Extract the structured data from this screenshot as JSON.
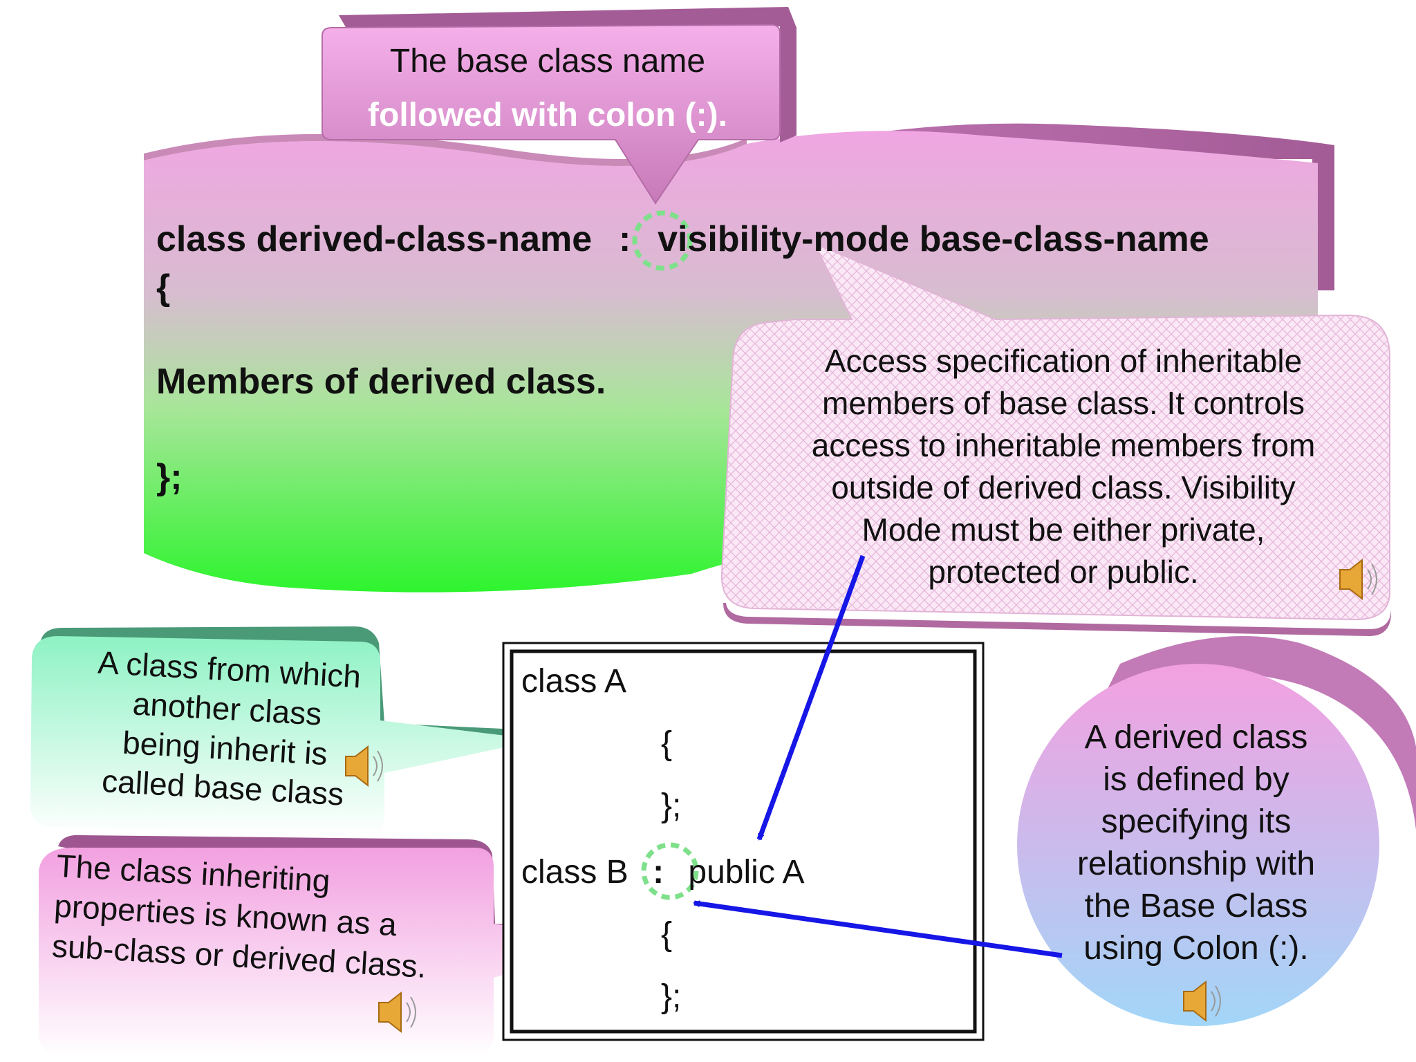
{
  "top_callout": {
    "line1": "The base class name",
    "line2": "followed with colon (:)."
  },
  "syntax": {
    "line1_part1": "class derived-class-name",
    "line1_colon": ":",
    "line1_part2": "visibility-mode base-class-name",
    "open_brace": "{",
    "members": "Members of derived class.",
    "close_brace": "};"
  },
  "access_callout": {
    "lines": [
      "Access specification of inheritable",
      "members of base class. It controls",
      "access to inheritable members from",
      "outside of derived class. Visibility",
      "Mode must be either private,",
      "protected or public."
    ]
  },
  "base_callout": {
    "lines": [
      "A class from which",
      "another class",
      "being inherit is",
      "called base class"
    ]
  },
  "derived_callout": {
    "lines": [
      "The class inheriting",
      "properties is known as a",
      "sub-class or derived class."
    ]
  },
  "code_example": {
    "line1": "class A",
    "brace1_open": "{",
    "brace1_close": "};",
    "line2_part1": "class B",
    "line2_colon": ":",
    "line2_part2": "public A",
    "brace2_open": "{",
    "brace2_close": "};"
  },
  "circle_callout": {
    "lines": [
      "A derived class",
      "is defined by",
      "specifying its",
      "relationship with",
      "the Base Class",
      "using Colon (:)."
    ]
  },
  "colors": {
    "pink": "#f2a6e2",
    "mauve": "#b06aa0",
    "green": "#33ee33",
    "mint": "#9ff0c8",
    "blue_arrow": "#1616e6",
    "light_blue": "#a6d4f6",
    "dashed_ring": "#7ee08a"
  },
  "icons": [
    "speaker-icon"
  ]
}
